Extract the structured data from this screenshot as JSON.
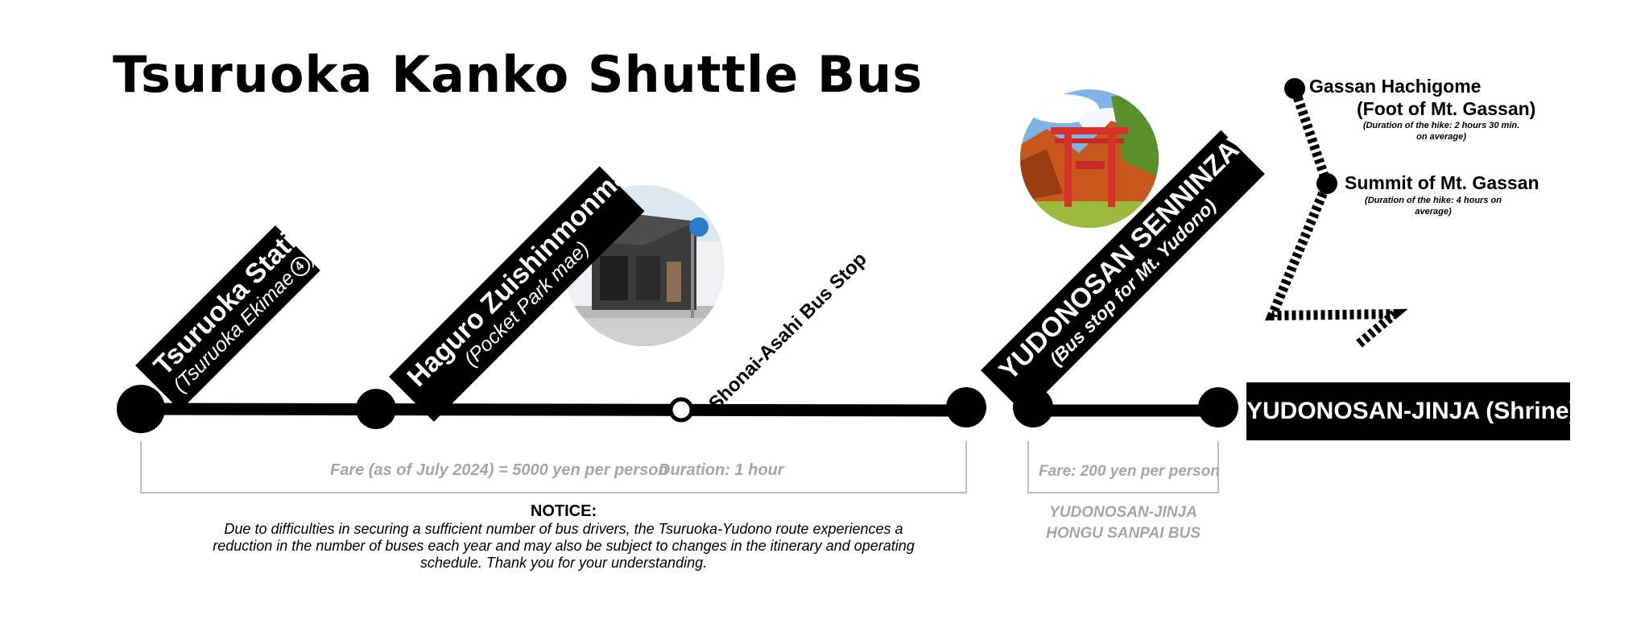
{
  "title": "Tsuruoka Kanko Shuttle Bus",
  "stops": {
    "tsuruoka_station": {
      "name": "Tsuruoka Station",
      "sub": "(Tsuruoka Ekimae",
      "sub_close": ")",
      "number": "4"
    },
    "haguro": {
      "name": "Haguro Zuishinmonmae BS",
      "sub": "(Pocket Park mae)"
    },
    "shonai_asahi": {
      "name": "Shonai-Asahi Bus Stop"
    },
    "senninzawa": {
      "name": "YUDONOSAN SENNINZAWA",
      "sub": "(Bus stop for Mt. Yudono)"
    },
    "shrine": {
      "name": "YUDONOSAN-JINJA (Shrine)"
    },
    "gassan_hachigome": {
      "name": "Gassan Hachigome",
      "sub": "(Foot of Mt. Gassan)",
      "note": "(Duration of the hike: 2 hours 30 min. on average)"
    },
    "gassan_summit": {
      "name": "Summit of Mt. Gassan",
      "note": "(Duration of the hike: 4 hours on average)"
    }
  },
  "route1": {
    "fare": "Fare (as of July 2024) = 5000 yen per person",
    "duration": "Duration: 1 hour"
  },
  "route2": {
    "fare": "Fare: 200 yen per person",
    "bus_line1": "YUDONOSAN-JINJA",
    "bus_line2": "HONGU SANPAI BUS"
  },
  "notice": {
    "title": "NOTICE:",
    "body": "Due to difficulties in securing a sufficient number of bus drivers, the Tsuruoka-Yudono route experiences a reduction in the number of buses each year and may also be subject to changes in the itinerary and operating schedule. Thank you for your understanding."
  },
  "colors": {
    "line": "#000000",
    "muted": "#a6a6a6",
    "label_bg": "#000000",
    "label_text": "#ffffff"
  },
  "photos": {
    "haguro": "bus stop shelter photo",
    "senninzawa": "red torii gate photo"
  }
}
